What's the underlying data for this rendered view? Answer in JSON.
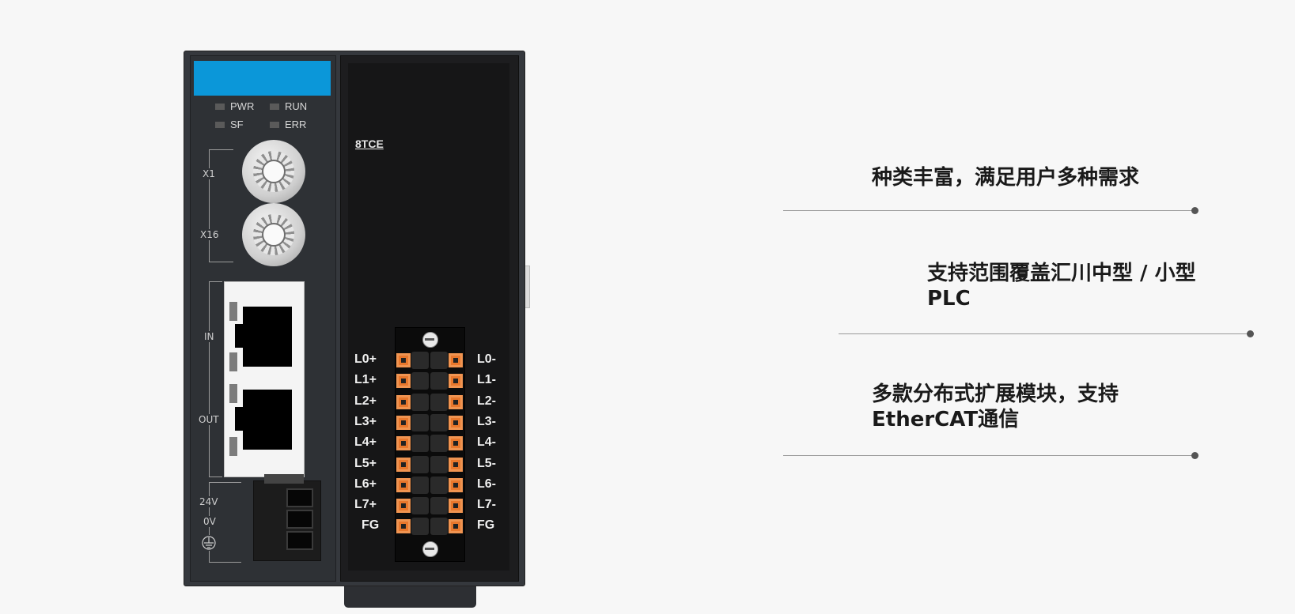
{
  "device": {
    "model": "8TCE",
    "leds": [
      "PWR",
      "RUN",
      "SF",
      "ERR"
    ],
    "rotary_labels": [
      "X1",
      "X16"
    ],
    "port_labels": [
      "IN",
      "OUT"
    ],
    "power_labels": [
      "24V",
      "0V"
    ],
    "terminals_left": [
      "L0+",
      "L1+",
      "L2+",
      "L3+",
      "L4+",
      "L5+",
      "L6+",
      "L7+",
      "FG"
    ],
    "terminals_right": [
      "L0-",
      "L1-",
      "L2-",
      "L3-",
      "L4-",
      "L5-",
      "L6-",
      "L7-",
      "FG"
    ],
    "icons": [
      "ground-icon"
    ],
    "colors": {
      "header_blue": "#0b97d9",
      "terminal_orange": "#e8772c",
      "body_dark": "#33363b"
    }
  },
  "features": [
    {
      "line1": "种类丰富，满足用户多种需求",
      "line2": ""
    },
    {
      "line1": "支持范围覆盖汇川中型 / 小型",
      "line2": "PLC"
    },
    {
      "line1": "多款分布式扩展模块，支持",
      "line2": "EtherCAT通信"
    }
  ]
}
